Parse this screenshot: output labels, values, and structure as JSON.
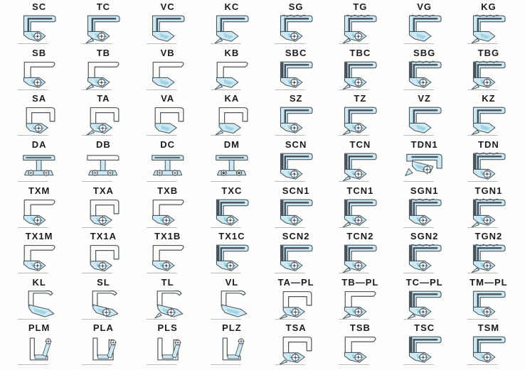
{
  "page": {
    "title": "Oil Seal Cross-Section Type Chart",
    "background": "#fdfdfb"
  },
  "colors": {
    "seal_fill": "#cdeaf4",
    "seal_shade": "#9fd3e5",
    "case_fill": "#fbfbf8",
    "outline": "#4b555e",
    "groove_dark": "#454f58",
    "label_color": "#1c1c1c",
    "centerline": "#9aa0a6",
    "spring_fill": "#ffffff"
  },
  "grid": {
    "rows": 8,
    "cols": 8,
    "cell_count": 64
  },
  "cells": [
    {
      "label": "SC",
      "profile": "covered",
      "features": [
        "spring"
      ]
    },
    {
      "label": "TC",
      "profile": "covered",
      "features": [
        "spring",
        "dust"
      ]
    },
    {
      "label": "VC",
      "profile": "covered",
      "features": []
    },
    {
      "label": "KC",
      "profile": "covered",
      "features": [
        "dust"
      ]
    },
    {
      "label": "SG",
      "profile": "covered",
      "features": [
        "spring",
        "ribbed"
      ]
    },
    {
      "label": "TG",
      "profile": "covered",
      "features": [
        "spring",
        "dust",
        "ribbed"
      ]
    },
    {
      "label": "VG",
      "profile": "covered",
      "features": [
        "ribbed"
      ]
    },
    {
      "label": "KG",
      "profile": "covered",
      "features": [
        "dust",
        "ribbed"
      ]
    },
    {
      "label": "SB",
      "profile": "exposed",
      "features": [
        "spring"
      ]
    },
    {
      "label": "TB",
      "profile": "exposed",
      "features": [
        "spring",
        "dust"
      ]
    },
    {
      "label": "VB",
      "profile": "exposed",
      "features": []
    },
    {
      "label": "KB",
      "profile": "exposed",
      "features": [
        "dust"
      ]
    },
    {
      "label": "SBC",
      "profile": "covered",
      "features": [
        "spring",
        "band"
      ]
    },
    {
      "label": "TBC",
      "profile": "covered",
      "features": [
        "spring",
        "band",
        "dust"
      ]
    },
    {
      "label": "SBG",
      "profile": "covered",
      "features": [
        "spring",
        "band",
        "ribbed"
      ]
    },
    {
      "label": "TBG",
      "profile": "covered",
      "features": [
        "spring",
        "band",
        "ribbed",
        "dust"
      ]
    },
    {
      "label": "SA",
      "profile": "hook",
      "features": [
        "spring"
      ]
    },
    {
      "label": "TA",
      "profile": "hook",
      "features": [
        "spring",
        "dust"
      ]
    },
    {
      "label": "VA",
      "profile": "hook",
      "features": []
    },
    {
      "label": "KA",
      "profile": "hook",
      "features": [
        "dust"
      ]
    },
    {
      "label": "SZ",
      "profile": "covered",
      "features": [
        "spring"
      ]
    },
    {
      "label": "TZ",
      "profile": "covered",
      "features": [
        "spring",
        "dust"
      ]
    },
    {
      "label": "VZ",
      "profile": "covered",
      "features": []
    },
    {
      "label": "KZ",
      "profile": "covered",
      "features": [
        "dust"
      ]
    },
    {
      "label": "DA",
      "profile": "double-shell",
      "features": []
    },
    {
      "label": "DB",
      "profile": "double-open",
      "features": []
    },
    {
      "label": "DC",
      "profile": "double-filled",
      "features": []
    },
    {
      "label": "DM",
      "profile": "double-filled",
      "features": [
        "dot"
      ]
    },
    {
      "label": "SCN",
      "profile": "covered",
      "features": [
        "spring",
        "band"
      ]
    },
    {
      "label": "TCN",
      "profile": "covered",
      "features": [
        "spring",
        "band",
        "dust"
      ]
    },
    {
      "label": "TDN1",
      "profile": "tdn1",
      "features": []
    },
    {
      "label": "TDN",
      "profile": "covered",
      "features": [
        "spring",
        "band",
        "ribbed"
      ]
    },
    {
      "label": "TXM",
      "profile": "exposed",
      "features": [
        "spring"
      ]
    },
    {
      "label": "TXA",
      "profile": "hook",
      "features": [
        "spring"
      ]
    },
    {
      "label": "TXB",
      "profile": "exposed",
      "features": [
        "spring"
      ]
    },
    {
      "label": "TXC",
      "profile": "covered",
      "features": [
        "spring",
        "band"
      ]
    },
    {
      "label": "SCN1",
      "profile": "covered",
      "features": [
        "spring",
        "band"
      ]
    },
    {
      "label": "TCN1",
      "profile": "covered",
      "features": [
        "spring",
        "band",
        "dust"
      ]
    },
    {
      "label": "SGN1",
      "profile": "covered",
      "features": [
        "spring",
        "band",
        "ribbed"
      ]
    },
    {
      "label": "TGN1",
      "profile": "covered",
      "features": [
        "spring",
        "band",
        "ribbed",
        "dust"
      ]
    },
    {
      "label": "TX1M",
      "profile": "exposed",
      "features": [
        "spring"
      ]
    },
    {
      "label": "TX1A",
      "profile": "hook",
      "features": [
        "spring"
      ]
    },
    {
      "label": "TX1B",
      "profile": "exposed",
      "features": [
        "spring"
      ]
    },
    {
      "label": "TX1C",
      "profile": "covered",
      "features": [
        "spring",
        "band"
      ]
    },
    {
      "label": "SCN2",
      "profile": "covered",
      "features": [
        "spring",
        "band"
      ]
    },
    {
      "label": "TCN2",
      "profile": "covered",
      "features": [
        "spring",
        "band",
        "dust"
      ]
    },
    {
      "label": "SGN2",
      "profile": "covered",
      "features": [
        "spring",
        "band",
        "ribbed"
      ]
    },
    {
      "label": "TGN2",
      "profile": "covered",
      "features": [
        "spring",
        "band",
        "ribbed",
        "dust"
      ]
    },
    {
      "label": "KL",
      "profile": "ltype",
      "features": []
    },
    {
      "label": "SL",
      "profile": "ltype",
      "features": [
        "spring"
      ]
    },
    {
      "label": "TL",
      "profile": "ltype",
      "features": [
        "spring",
        "dust"
      ]
    },
    {
      "label": "VL",
      "profile": "ltype",
      "features": []
    },
    {
      "label": "TA—PL",
      "profile": "hook",
      "features": [
        "spring",
        "dust"
      ]
    },
    {
      "label": "TB—PL",
      "profile": "exposed",
      "features": [
        "spring",
        "dust"
      ]
    },
    {
      "label": "TC—PL",
      "profile": "covered",
      "features": [
        "spring",
        "band",
        "dust"
      ]
    },
    {
      "label": "TM—PL",
      "profile": "covered",
      "features": [
        "spring"
      ]
    },
    {
      "label": "PLM",
      "profile": "pl-bracket",
      "features": []
    },
    {
      "label": "PLA",
      "profile": "pl-box",
      "features": []
    },
    {
      "label": "PLS",
      "profile": "pl-box",
      "features": []
    },
    {
      "label": "PLZ",
      "profile": "pl-bracket",
      "features": []
    },
    {
      "label": "TSA",
      "profile": "hook",
      "features": [
        "spring",
        "dust"
      ]
    },
    {
      "label": "TSB",
      "profile": "exposed",
      "features": [
        "spring"
      ]
    },
    {
      "label": "TSC",
      "profile": "covered",
      "features": [
        "spring",
        "band"
      ]
    },
    {
      "label": "TSM",
      "profile": "covered",
      "features": [
        "spring"
      ]
    }
  ]
}
